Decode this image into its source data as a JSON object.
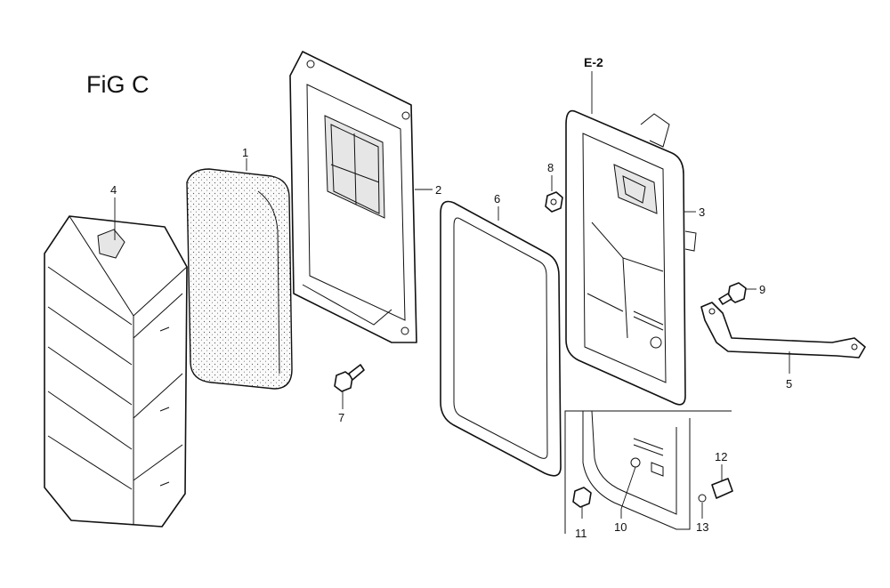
{
  "figure": {
    "title": "FiG C"
  },
  "callouts": {
    "c1": "1",
    "c2": "2",
    "c3": "3",
    "c4": "4",
    "c5": "5",
    "c6": "6",
    "c7": "7",
    "c8": "8",
    "c9": "9",
    "c10": "10",
    "c11": "11",
    "c12": "12",
    "c13": "13",
    "e2": "E-2"
  }
}
